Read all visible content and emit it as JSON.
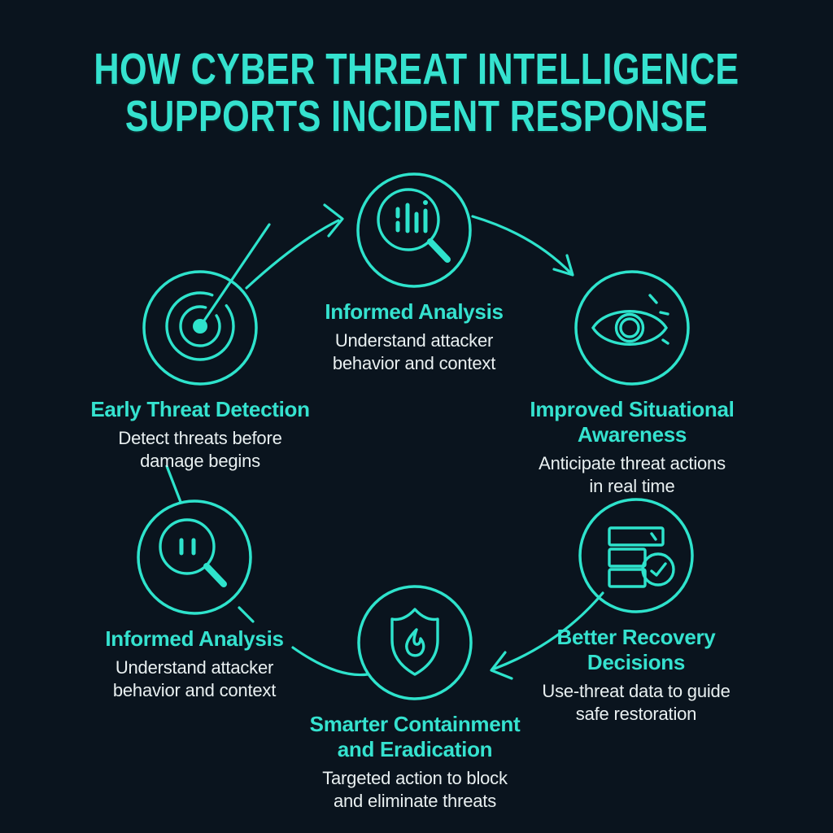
{
  "title": {
    "line1": "HOW CYBER THREAT INTELLIGENCE",
    "line2": "SUPPORTS INCIDENT RESPONSE"
  },
  "colors": {
    "background": "#0a141e",
    "accent": "#2ee3cc",
    "heading": "#35e2cf",
    "body_text": "#e9f0f1"
  },
  "nodes": [
    {
      "id": "early-threat-detection",
      "icon": "radar-target-icon",
      "title_lines": [
        "Early Threat Detection"
      ],
      "desc_lines": [
        "Detect threats before",
        "damage begins"
      ]
    },
    {
      "id": "informed-analysis-top",
      "icon": "magnifier-data-icon",
      "title_lines": [
        "Informed Analysis"
      ],
      "desc_lines": [
        "Understand attacker",
        "behavior and context"
      ]
    },
    {
      "id": "improved-situational-awareness",
      "icon": "eye-icon",
      "title_lines": [
        "Improved Situational",
        "Awareness"
      ],
      "desc_lines": [
        "Anticipate threat actions",
        "in real time"
      ]
    },
    {
      "id": "better-recovery-decisions",
      "icon": "server-check-icon",
      "title_lines": [
        "Better Recovery",
        "Decisions"
      ],
      "desc_lines": [
        "Use-threat data to guide",
        "safe restoration"
      ]
    },
    {
      "id": "smarter-containment-eradication",
      "icon": "shield-flame-icon",
      "title_lines": [
        "Smarter Containment",
        "and Eradication"
      ],
      "desc_lines": [
        "Targeted action to block",
        "and eliminate threats"
      ]
    },
    {
      "id": "informed-analysis-left",
      "icon": "magnifier-pause-icon",
      "title_lines": [
        "Informed Analysis"
      ],
      "desc_lines": [
        "Understand attacker",
        "behavior and context"
      ]
    }
  ],
  "flow_arrows": [
    "early-threat-detection -> informed-analysis-top",
    "informed-analysis-top -> improved-situational-awareness",
    "better-recovery-decisions -> smarter-containment-eradication",
    "smarter-containment-eradication - informed-analysis-left",
    "informed-analysis-left - early-threat-detection"
  ]
}
